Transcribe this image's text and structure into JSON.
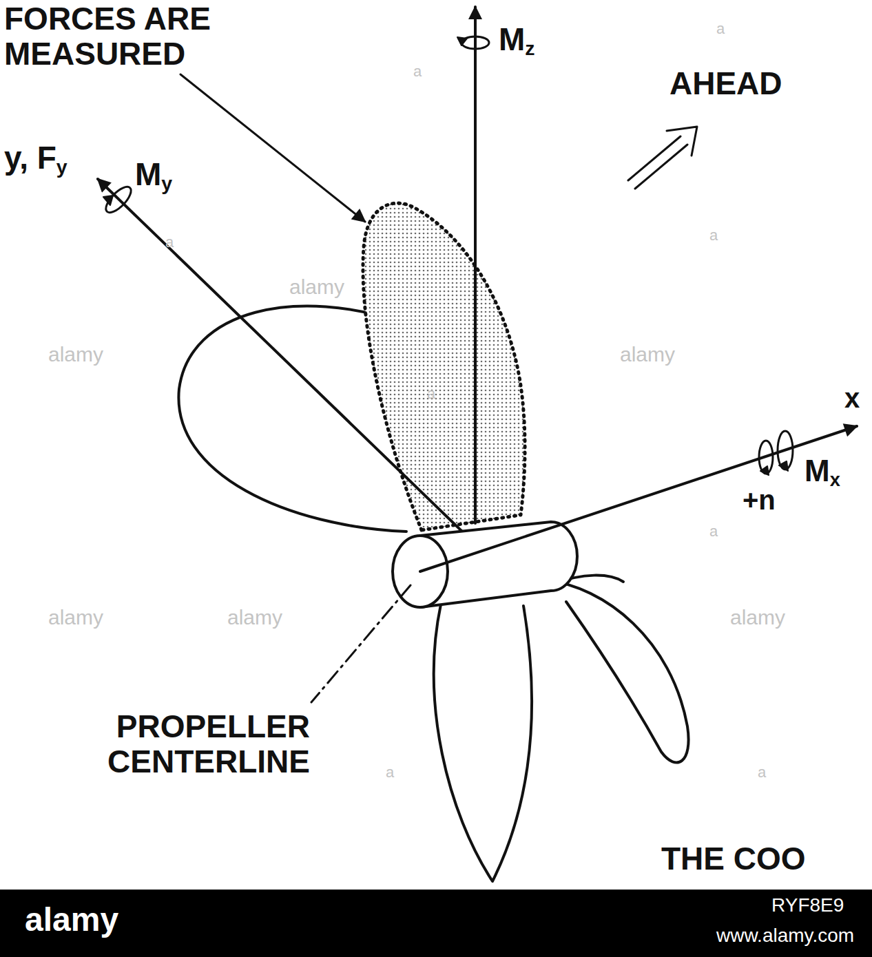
{
  "diagram": {
    "labels": [
      "FORCES ARE MEASURED",
      "Mz",
      "AHEAD",
      "y, Fy",
      "My",
      "x",
      "Mx",
      "+n",
      "PROPELLER CENTERLINE",
      "THE COO",
      "alamy",
      "alamy",
      "alamy",
      "alamy",
      "alamy",
      "alamy",
      "a",
      "a",
      "a",
      "a",
      "a",
      "a",
      "a",
      "a",
      "alamy",
      "www.alamy.com",
      "RYF8E9"
    ]
  }
}
